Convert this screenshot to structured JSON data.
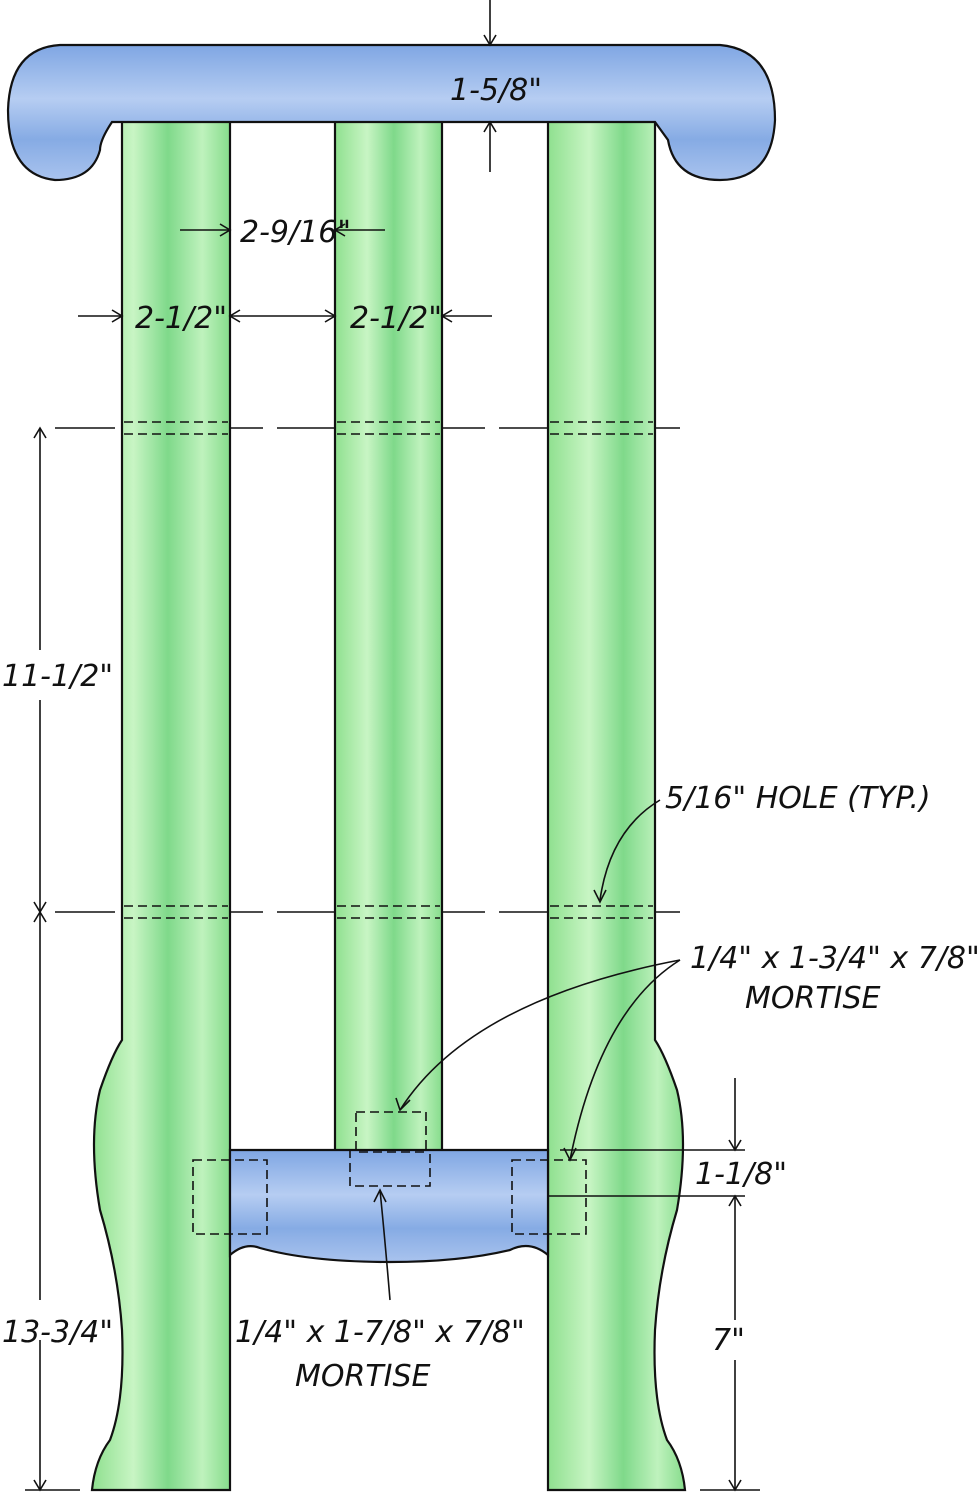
{
  "drawing": {
    "colors": {
      "leg": "#9fe6a0",
      "rail": "#8fb1e6",
      "line": "#111111"
    },
    "dimensions": {
      "top_rail_thickness": "1-5/8\"",
      "slat_gap": "2-9/16\"",
      "leg_width": "2-1/2\"",
      "slat_width": "2-1/2\"",
      "hole_spacing": "11-1/2\"",
      "lower_height": "13-3/4\"",
      "bottom_rail_thickness": "1-1/8\"",
      "bottom_rail_height": "7\""
    },
    "notes": {
      "hole": "5/16\" HOLE (TYP.)",
      "upper_mortise_size": "1/4\" x 1-3/4\" x 7/8\"",
      "upper_mortise_word": "MORTISE",
      "lower_mortise_size": "1/4\" x 1-7/8\" x 7/8\"",
      "lower_mortise_word": "MORTISE"
    }
  }
}
